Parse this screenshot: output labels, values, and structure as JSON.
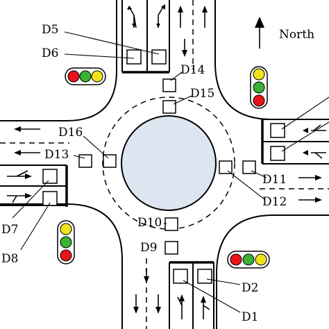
{
  "diagram": {
    "north_label": "North",
    "detectors": [
      {
        "id": "D1",
        "label": "D1"
      },
      {
        "id": "D2",
        "label": "D2"
      },
      {
        "id": "D5",
        "label": "D5"
      },
      {
        "id": "D6",
        "label": "D6"
      },
      {
        "id": "D7",
        "label": "D7"
      },
      {
        "id": "D8",
        "label": "D8"
      },
      {
        "id": "D9",
        "label": "D9"
      },
      {
        "id": "D10",
        "label": "D10"
      },
      {
        "id": "D11",
        "label": "D11"
      },
      {
        "id": "D12",
        "label": "D12"
      },
      {
        "id": "D13",
        "label": "D13"
      },
      {
        "id": "D14",
        "label": "D14"
      },
      {
        "id": "D15",
        "label": "D15"
      },
      {
        "id": "D16",
        "label": "D16"
      }
    ],
    "colors": {
      "island": "#dde5f1",
      "signal_red": "#e8141a",
      "signal_yellow": "#f2e21b",
      "signal_green": "#37b233"
    }
  }
}
